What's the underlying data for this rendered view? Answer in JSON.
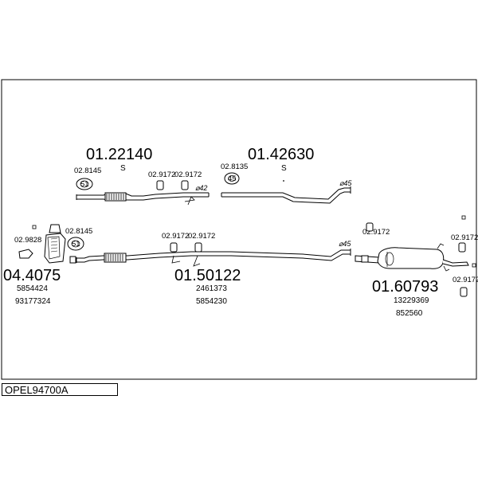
{
  "diagram_title": "OPEL94700A",
  "parts": {
    "p1": {
      "number": "01.22140",
      "suffix": "S"
    },
    "p2": {
      "number": "01.42630",
      "suffix": "S"
    },
    "p3": {
      "number": "01.50122",
      "refs": [
        "2461373",
        "5854230"
      ]
    },
    "p4": {
      "number": "01.60793",
      "refs": [
        "13229369",
        "852560"
      ]
    },
    "p5": {
      "number": "04.4075",
      "refs": [
        "5854424",
        "93177324"
      ]
    }
  },
  "fittings": {
    "f_8145_top": "02.8145",
    "f_9172_top_a": "02.9172",
    "f_9172_top_b": "02.9172",
    "f_8135_top": "02.8135",
    "f_9828": "02.9828",
    "f_8145_mid": "02.8145",
    "f_9172_mid_a": "02.9172",
    "f_9172_mid_b": "02.9172",
    "f_9172_right_a": "02.9172",
    "f_9172_right_b": "02.9172",
    "f_9172_right_c": "02.9172"
  },
  "gasket_labels": {
    "g1": "51",
    "g2": "45",
    "g3": "51"
  },
  "diameters": {
    "d1": "⌀42",
    "d2": "⌀45",
    "d3": "⌀45"
  },
  "colors": {
    "pipe": "#000000",
    "flex": "#000000",
    "background": "#ffffff"
  }
}
